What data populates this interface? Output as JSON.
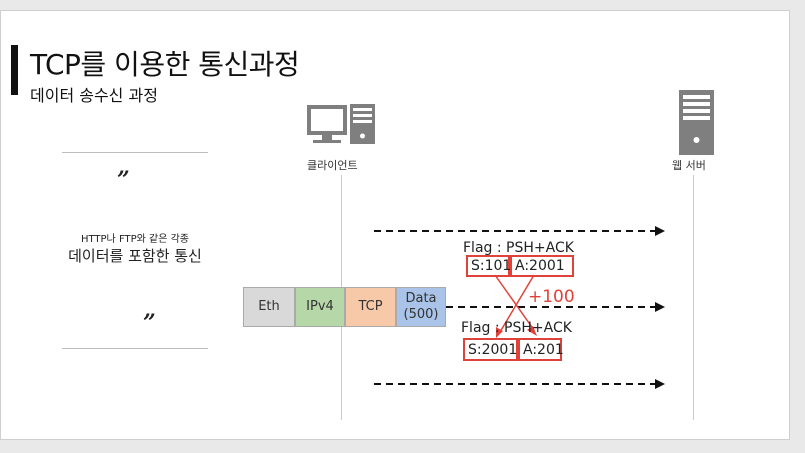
{
  "slide": {
    "title": "TCP를 이용한 통신과정",
    "subtitle": "데이터 송수신 과정"
  },
  "quote": {
    "open_mark": "”",
    "close_mark": "”",
    "line1": "HTTP나 FTP와 같은 각종",
    "line2": "데이터를 포함한 통신"
  },
  "client": {
    "icon": "desktop-computer-icon",
    "label": "클라이언트"
  },
  "server": {
    "icon": "server-tower-icon",
    "label": "웹 서버"
  },
  "packet": {
    "eth": "Eth",
    "ipv4": "IPv4",
    "tcp": "TCP",
    "data_line1": "Data",
    "data_line2": "(500)",
    "colors": {
      "eth": "#d9d9d9",
      "ipv4": "#b6d7a8",
      "tcp": "#f8c9a8",
      "data": "#a9c4e8"
    }
  },
  "exchange": {
    "flag1": "Flag : PSH+ACK",
    "seq1": "S:101",
    "ack1": "A:2001",
    "increment": "+100",
    "flag2": "Flag : PSH+ACK",
    "seq2": "S:2001",
    "ack2": "A:201",
    "accent_color": "#e0423a"
  }
}
